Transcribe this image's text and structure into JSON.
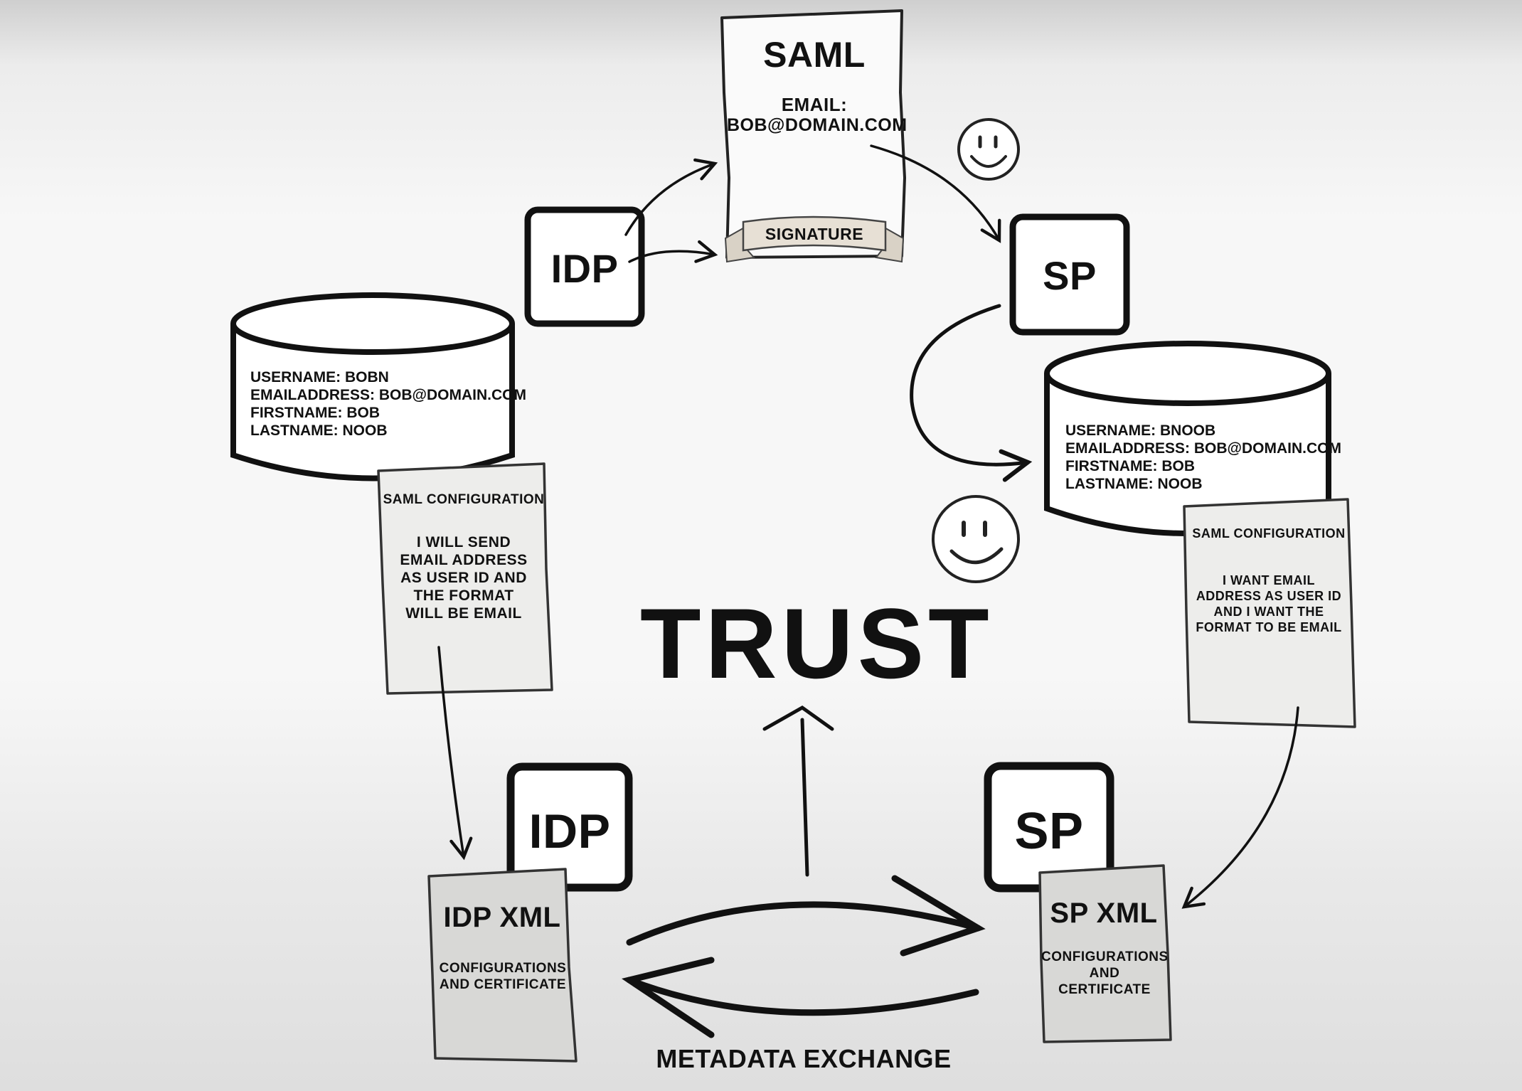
{
  "saml_doc": {
    "title": "SAML",
    "email_label": "EMAIL:",
    "email_value": "BOB@DOMAIN.COM",
    "signature": "SIGNATURE"
  },
  "idp_top": {
    "label": "IDP"
  },
  "sp_top": {
    "label": "SP"
  },
  "idp_db": {
    "lines": [
      "USERNAME: BOBN",
      "EMAILADDRESS: BOB@DOMAIN.COM",
      "FIRSTNAME: BOB",
      "LASTNAME: NOOB"
    ]
  },
  "sp_db": {
    "lines": [
      "USERNAME: BNOOB",
      "EMAILADDRESS: BOB@DOMAIN.COM",
      "FIRSTNAME: BOB",
      "LASTNAME: NOOB"
    ]
  },
  "idp_config": {
    "title": "SAML CONFIGURATION",
    "text": "I WILL SEND EMAIL ADDRESS AS USER ID AND THE FORMAT WILL BE EMAIL"
  },
  "sp_config": {
    "title": "SAML CONFIGURATION",
    "text": "I WANT EMAIL ADDRESS AS USER ID AND I WANT THE FORMAT TO BE EMAIL"
  },
  "trust": "TRUST",
  "idp_bottom": {
    "label": "IDP"
  },
  "sp_bottom": {
    "label": "SP"
  },
  "idp_xml": {
    "title": "IDP XML",
    "text": "CONFIGURATIONS AND CERTIFICATE"
  },
  "sp_xml": {
    "title": "SP XML",
    "text": "CONFIGURATIONS AND CERTIFICATE"
  },
  "metadata_exchange": "METADATA EXCHANGE",
  "icons": [
    "smiley-icon",
    "smiley-icon"
  ]
}
